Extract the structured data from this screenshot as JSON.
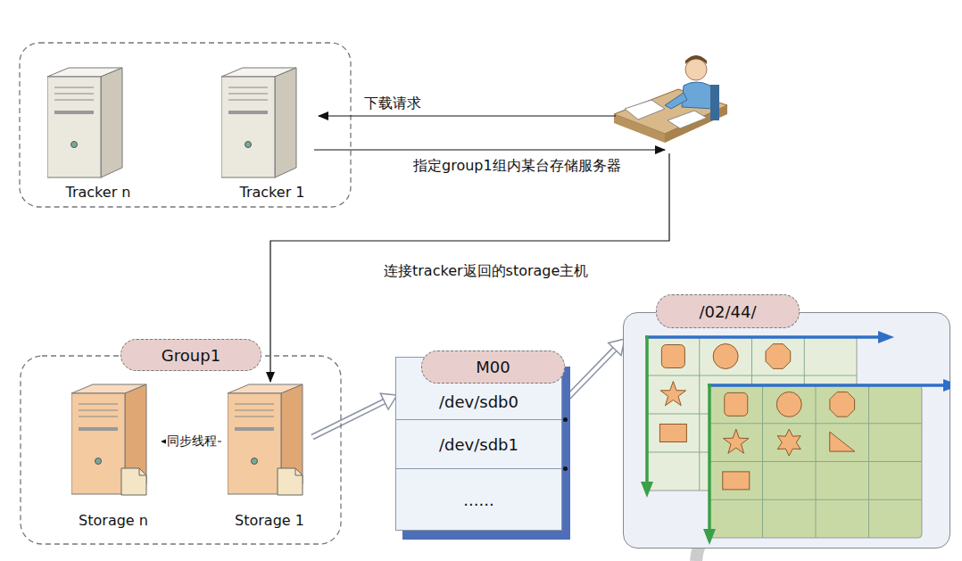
{
  "diagram": {
    "nodes": [
      {
        "text": [
          "Tracker n"
        ]
      },
      {
        "text": [
          "Tracker 1"
        ]
      },
      {
        "text": [
          "Group1"
        ]
      },
      {
        "text": [
          "Storage n"
        ],
        "in": 2
      },
      {
        "text": [
          "Storage 1"
        ],
        "in": 2
      },
      {
        "text": [
          "M00"
        ]
      },
      {
        "text": [
          "/dev/sdb0"
        ],
        "in": 5
      },
      {
        "text": [
          "/dev/sdb1"
        ],
        "in": 5
      },
      {
        "text": [
          "......"
        ],
        "in": 5
      },
      {
        "text": [
          "/02/44/"
        ]
      }
    ],
    "edges": [
      {
        "from": 4,
        "to": 3,
        "arrow": "to",
        "label": "同步线程"
      },
      {
        "from": 4,
        "to": 5,
        "arrow": "to"
      },
      {
        "from": 6,
        "to": 9,
        "arrow": "to"
      }
    ],
    "labels": [
      "下载请求",
      "指定group1组内某台存储服务器",
      "连接tracker返回的storage主机"
    ]
  }
}
